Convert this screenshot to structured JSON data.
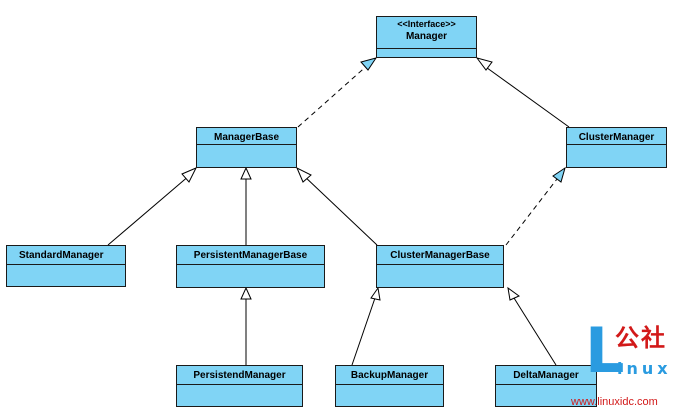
{
  "diagram": {
    "classes": {
      "manager": {
        "stereotype": "<<Interface>>",
        "name": "Manager"
      },
      "manager_base": {
        "name": "ManagerBase"
      },
      "cluster_manager": {
        "name": "ClusterManager"
      },
      "standard_manager": {
        "name": "StandardManager"
      },
      "persistent_manager_base": {
        "name": "PersistentManagerBase"
      },
      "cluster_manager_base": {
        "name": "ClusterManagerBase"
      },
      "persistend_manager": {
        "name": "PersistendManager"
      },
      "backup_manager": {
        "name": "BackupManager"
      },
      "delta_manager": {
        "name": "DeltaManager"
      }
    },
    "relations": [
      {
        "from": "ManagerBase",
        "to": "Manager",
        "kind": "realization"
      },
      {
        "from": "ClusterManager",
        "to": "Manager",
        "kind": "generalization"
      },
      {
        "from": "StandardManager",
        "to": "ManagerBase",
        "kind": "generalization"
      },
      {
        "from": "PersistentManagerBase",
        "to": "ManagerBase",
        "kind": "generalization"
      },
      {
        "from": "ClusterManagerBase",
        "to": "ManagerBase",
        "kind": "generalization"
      },
      {
        "from": "ClusterManagerBase",
        "to": "ClusterManager",
        "kind": "realization"
      },
      {
        "from": "PersistendManager",
        "to": "PersistentManagerBase",
        "kind": "generalization"
      },
      {
        "from": "BackupManager",
        "to": "ClusterManagerBase",
        "kind": "generalization"
      },
      {
        "from": "DeltaManager",
        "to": "ClusterManagerBase",
        "kind": "generalization"
      }
    ],
    "colors": {
      "class_fill": "#80d4f5",
      "border": "#1a1a1a",
      "realization_arrow_fill": "#80d4f5"
    }
  },
  "watermark": {
    "logo_letter": "L",
    "cn_text": "公社",
    "inux_text": "inux",
    "url": "www.linuxidc.com"
  }
}
